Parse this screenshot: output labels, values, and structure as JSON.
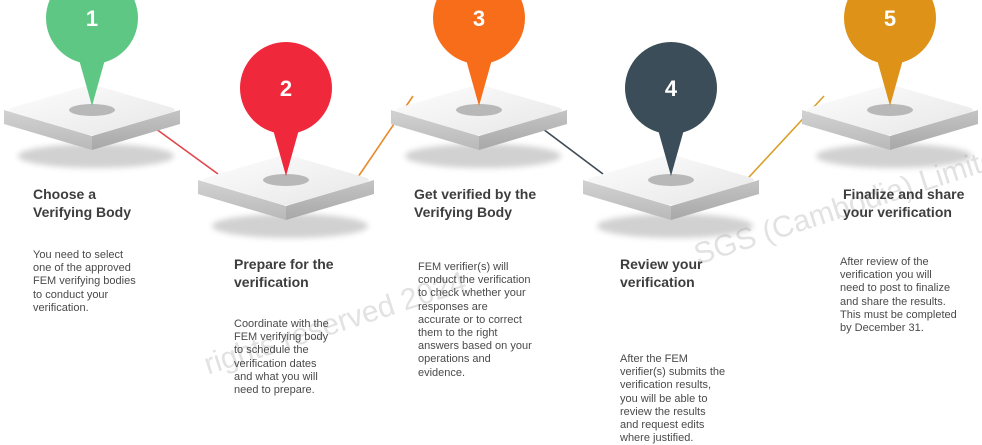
{
  "watermark": {
    "part1": "rights reserved 2024",
    "part2": "SGS (Cambodia) Limited"
  },
  "steps": [
    {
      "number": "1",
      "color": "#5fc784",
      "line_color": "#e2474d",
      "title_lines": [
        "Choose a",
        "Verifying Body"
      ],
      "desc_lines": [
        "You need to select",
        "one of the approved",
        "FEM verifying bodies",
        "to conduct your",
        "verification."
      ]
    },
    {
      "number": "2",
      "color": "#f0283b",
      "line_color": "#e8892b",
      "title_lines": [
        "Prepare for the",
        "verification"
      ],
      "desc_lines": [
        "Coordinate with the",
        "FEM verifying body",
        "to schedule the",
        "verification dates",
        "and what you will",
        "need to prepare."
      ]
    },
    {
      "number": "3",
      "color": "#f76d1a",
      "line_color": "#3e4a55",
      "title_lines": [
        "Get verified by the",
        "Verifying Body"
      ],
      "desc_lines": [
        "FEM verifier(s) will",
        "conduct the verification",
        "to check whether your",
        "responses are",
        "accurate or to correct",
        "them to the right",
        "answers based on your",
        "operations and",
        "evidence."
      ]
    },
    {
      "number": "4",
      "color": "#3b4d59",
      "line_color": "#d9a02a",
      "title_lines": [
        "Review your",
        "verification"
      ],
      "desc_lines": [
        "After the FEM",
        "verifier(s) submits the",
        "verification results,",
        "you will be able to",
        "review the results",
        "and request edits",
        "where justified."
      ]
    },
    {
      "number": "5",
      "color": "#de9318",
      "line_color": null,
      "title_lines": [
        "Finalize and share",
        "your verification"
      ],
      "desc_lines": [
        "After review of the",
        "verification you will",
        "need to post to finalize",
        "and share the results.",
        "This must be completed",
        "by December 31."
      ]
    }
  ]
}
